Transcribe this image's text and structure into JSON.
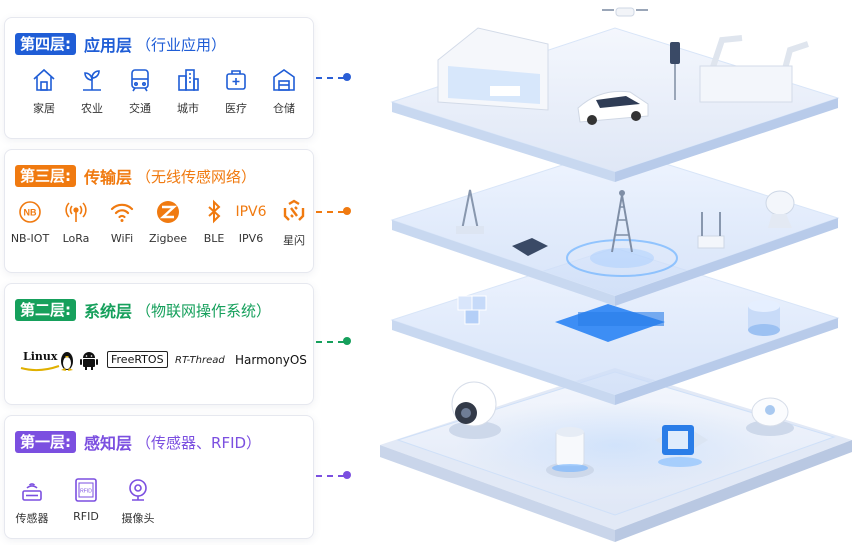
{
  "layers": [
    {
      "key": "l4",
      "badge": "第四层:",
      "title": "应用层",
      "subtitle": "（行业应用）",
      "color": "#1f5dd6",
      "conn_color": "#2b5fd6",
      "items": [
        {
          "icon": "home-icon",
          "label": "家居"
        },
        {
          "icon": "agriculture-icon",
          "label": "农业"
        },
        {
          "icon": "transport-icon",
          "label": "交通"
        },
        {
          "icon": "city-icon",
          "label": "城市"
        },
        {
          "icon": "medical-icon",
          "label": "医疗"
        },
        {
          "icon": "warehouse-icon",
          "label": "仓储"
        }
      ]
    },
    {
      "key": "l3",
      "badge": "第三层:",
      "title": "传输层",
      "subtitle": "（无线传感网络）",
      "color": "#f07a10",
      "conn_color": "#f07a10",
      "items": [
        {
          "icon": "nb-iot-icon",
          "label": "NB-IOT"
        },
        {
          "icon": "lora-icon",
          "label": "LoRa"
        },
        {
          "icon": "wifi-icon",
          "label": "WiFi"
        },
        {
          "icon": "zigbee-icon",
          "label": "Zigbee"
        },
        {
          "icon": "bluetooth-icon",
          "label": "BLE"
        },
        {
          "icon": "ipv6-icon",
          "label": "IPV6",
          "icon_text": "IPV6"
        },
        {
          "icon": "starflash-icon",
          "label": "星闪"
        }
      ]
    },
    {
      "key": "l2",
      "badge": "第二层:",
      "title": "系统层",
      "subtitle": "（物联网操作系统）",
      "color": "#16a05c",
      "conn_color": "#16a05c",
      "logos": [
        "Linux",
        "FreeRTOS",
        "RT-Thread",
        "HarmonyOS"
      ]
    },
    {
      "key": "l1",
      "badge": "第一层:",
      "title": "感知层",
      "subtitle": "（传感器、RFID）",
      "color": "#7b4fe0",
      "conn_color": "#7b4fe0",
      "items": [
        {
          "icon": "sensor-icon",
          "label": "传感器"
        },
        {
          "icon": "rfid-icon",
          "label": "RFID",
          "icon_text": "RFID"
        },
        {
          "icon": "camera-icon",
          "label": "摄像头"
        }
      ]
    }
  ]
}
